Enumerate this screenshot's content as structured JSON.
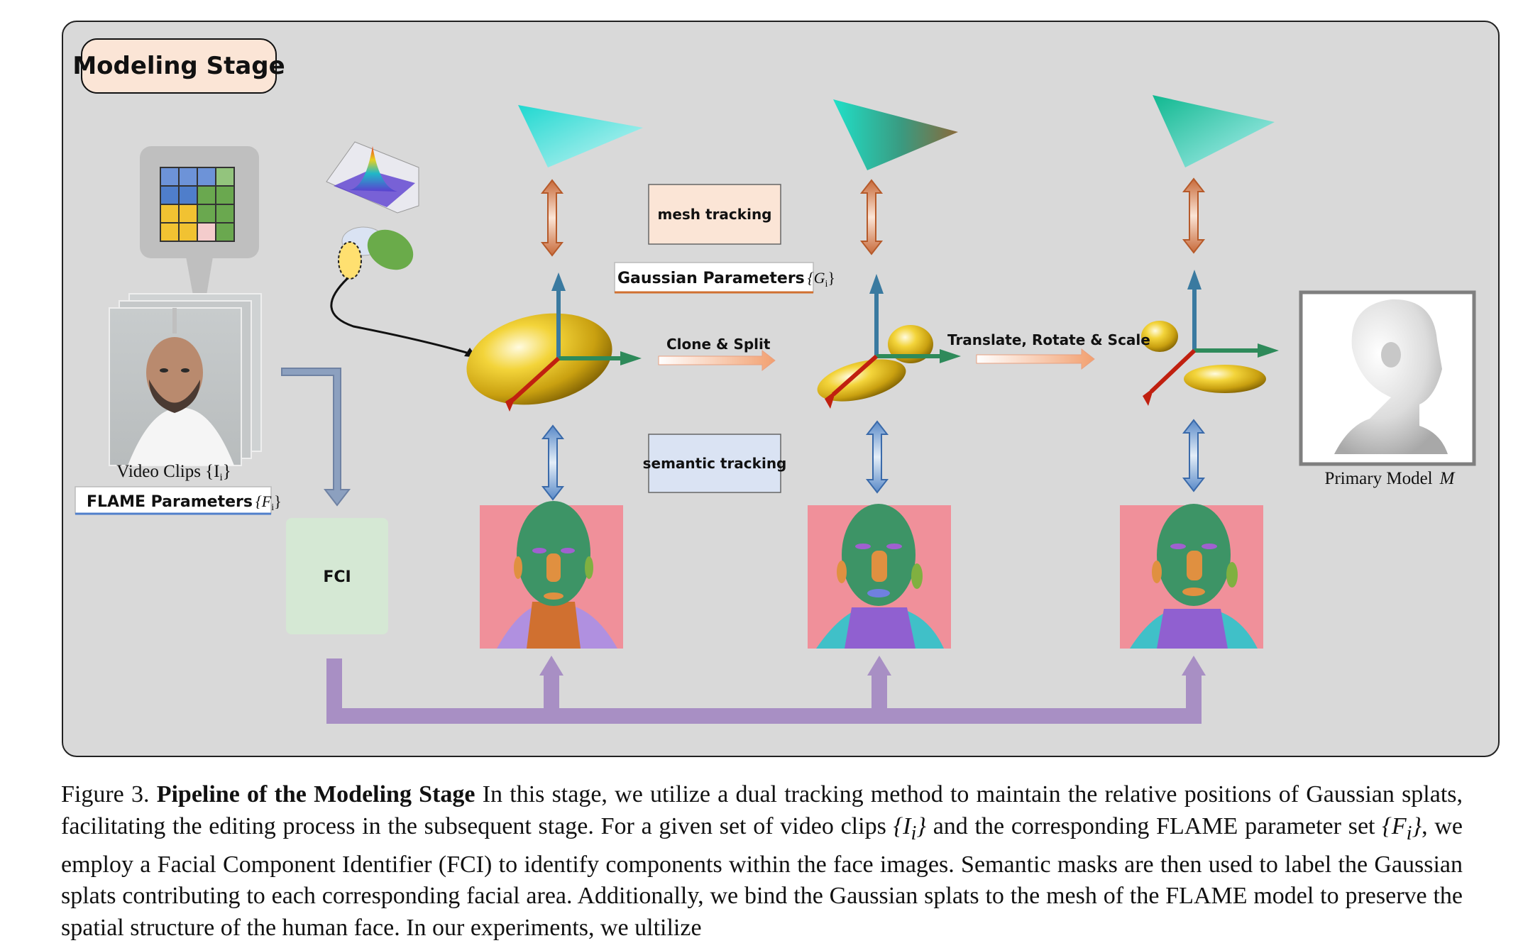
{
  "diagram": {
    "stage_title": "Modeling Stage",
    "video_clips_label": "Video Clips {I",
    "video_clips_sub": "i",
    "video_clips_close": "}",
    "flame_label": "FLAME Parameters",
    "flame_math": "{F",
    "flame_sub": "i",
    "flame_close": "}",
    "fci_label": "FCI",
    "mesh_tracking_label": "mesh tracking",
    "gaussian_label": "Gaussian Parameters",
    "gaussian_math": "{G",
    "gaussian_sub": "i",
    "gaussian_close": "}",
    "clone_split_label": "Clone & Split",
    "trs_label": "Translate, Rotate & Scale",
    "semantic_tracking_label": "semantic tracking",
    "primary_model_label": "Primary Model",
    "primary_model_math": "M"
  },
  "colors": {
    "panel_bg": "#d9d9d9",
    "title_box": "#fbe5d6",
    "fci_box": "#d5e8d4",
    "mesh_box": "#fbe5d6",
    "semantic_box": "#dae3f3",
    "purple_bus": "#a88fc4",
    "mask_bg": "#f0909a",
    "face_green": "#3d9466",
    "ellipsoid_gold": "#e6c020"
  },
  "caption": {
    "figure_no": "Figure 3.",
    "title": "Pipeline of the Modeling Stage",
    "text_1": "In this stage, we utilize a dual tracking method to maintain the relative positions of Gaussian splats, facilitating the editing process in the subsequent stage. For a given set of video clips",
    "math_1": "{I",
    "math_1_sub": "i",
    "math_1_close": "}",
    "text_2": "and the corresponding FLAME parameter set",
    "math_2": "{F",
    "math_2_sub": "i",
    "math_2_close": "}",
    "text_3": ", we employ a Facial Component Identifier (FCI) to identify components within the face images. Semantic masks are then used to label the Gaussian splats contributing to each corresponding facial area. Additionally, we bind the Gaussian splats to the mesh of the FLAME model to preserve the spatial structure of the human face. In our experiments, we ultilize"
  }
}
